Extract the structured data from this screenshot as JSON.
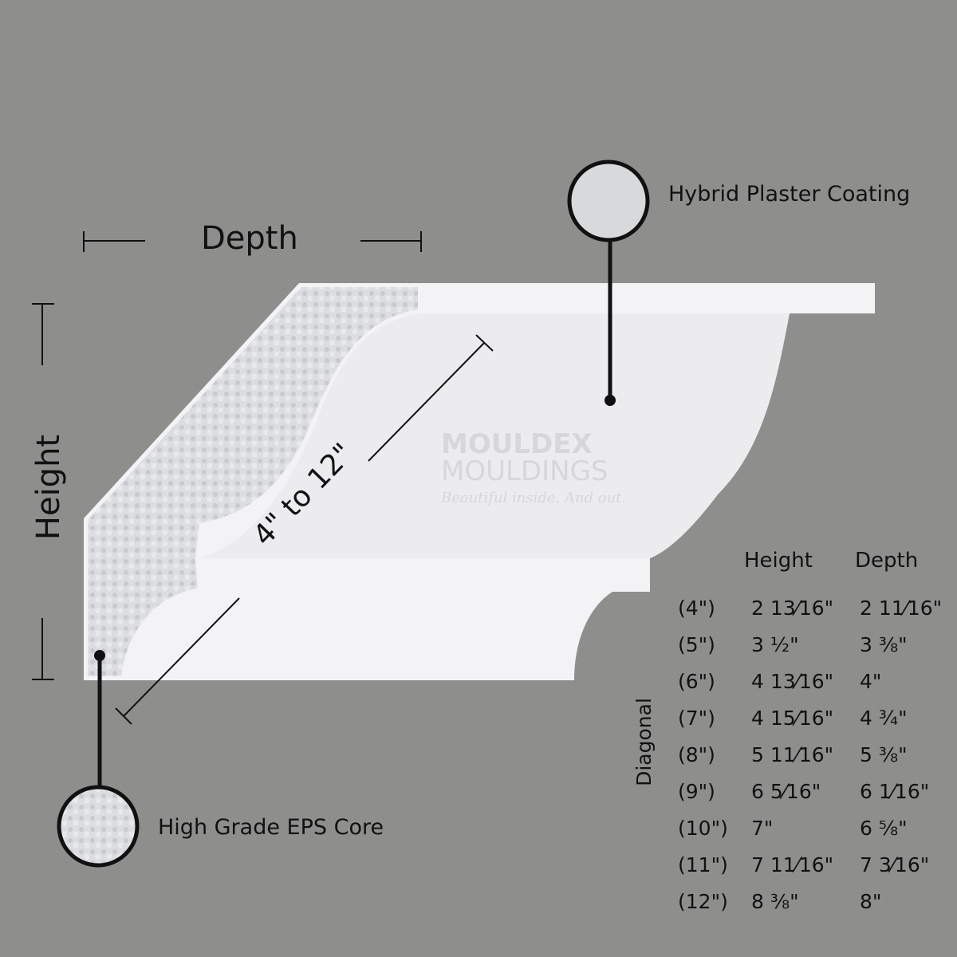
{
  "labels": {
    "depth": "Depth",
    "height": "Height",
    "diagonal_range": "4\" to 12\"",
    "hybrid": "Hybrid Plaster Coating",
    "eps": "High Grade EPS Core",
    "diagonal": "Diagonal"
  },
  "watermark": {
    "line1": "MOULDEX",
    "line2": "MOULDINGS",
    "tagline": "Beautiful inside. And out."
  },
  "table": {
    "headers": [
      "Height",
      "Depth"
    ],
    "rows": [
      {
        "diag": "(4\")",
        "height": "2 13⁄16\"",
        "depth": "2 11⁄16\""
      },
      {
        "diag": "(5\")",
        "height": "3 ½\"",
        "depth": "3 ⅜\""
      },
      {
        "diag": "(6\")",
        "height": "4 13⁄16\"",
        "depth": "4\""
      },
      {
        "diag": "(7\")",
        "height": "4 15⁄16\"",
        "depth": "4 ¾\""
      },
      {
        "diag": "(8\")",
        "height": "5 11⁄16\"",
        "depth": "5 ⅜\""
      },
      {
        "diag": "(9\")",
        "height": "6 5⁄16\"",
        "depth": "6 1⁄16\""
      },
      {
        "diag": "(10\")",
        "height": "7\"",
        "depth": "6 ⅝\""
      },
      {
        "diag": "(11\")",
        "height": "7 11⁄16\"",
        "depth": "7 3⁄16\""
      },
      {
        "diag": "(12\")",
        "height": "8 ⅜\"",
        "depth": "8\""
      }
    ]
  },
  "colors": {
    "background": "#8e8f8d",
    "plaster": "#f4f4f6",
    "eps": "#d9dadc"
  }
}
